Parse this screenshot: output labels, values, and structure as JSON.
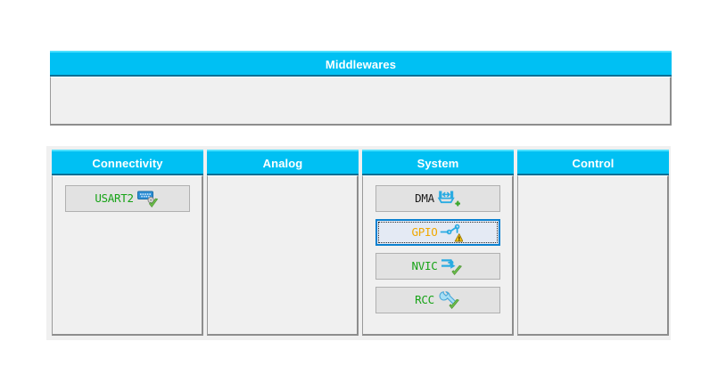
{
  "middlewares": {
    "header": "Middlewares",
    "items": []
  },
  "categories": [
    {
      "name": "connectivity",
      "header": "Connectivity",
      "peripherals": [
        {
          "label": "USART2",
          "state": "configured",
          "icon": "serial-port-icon",
          "badge": "check-badge"
        }
      ]
    },
    {
      "name": "analog",
      "header": "Analog",
      "peripherals": []
    },
    {
      "name": "system",
      "header": "System",
      "peripherals": [
        {
          "label": "DMA",
          "state": "plain",
          "icon": "dma-transfer-icon",
          "badge": "plus-badge",
          "selected": false
        },
        {
          "label": "GPIO",
          "state": "warning",
          "icon": "gpio-switch-icon",
          "badge": "warning-badge",
          "selected": true
        },
        {
          "label": "NVIC",
          "state": "configured",
          "icon": "nvic-arrows-icon",
          "badge": "check-badge",
          "selected": false
        },
        {
          "label": "RCC",
          "state": "configured",
          "icon": "wrench-icon",
          "badge": "check-badge",
          "selected": false
        }
      ]
    },
    {
      "name": "control",
      "header": "Control",
      "peripherals": []
    }
  ],
  "colors": {
    "header_cyan": "#00c0f3",
    "header_cyan_highlight": "#4ae0ff",
    "header_cyan_shadow": "#0b6f94",
    "panel_background": "#f0f0f0",
    "button_face": "#e2e2e2",
    "selected_border": "#0b81d0",
    "selected_fill": "#e4eaf4",
    "configured_text": "#17a317",
    "warning_text": "#f0a800",
    "icon_blue": "#29abe2",
    "check_green": "#6dbf4b",
    "warning_yellow": "#f5c518"
  }
}
